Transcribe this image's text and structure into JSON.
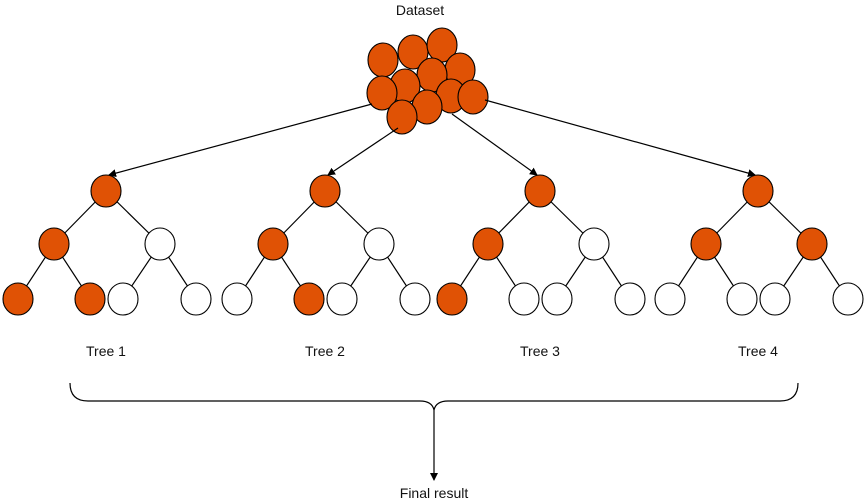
{
  "labels": {
    "dataset": "Dataset",
    "final_result": "Final result"
  },
  "colors": {
    "selected": "#E05205",
    "unselected": "#FFFFFF",
    "stroke": "#000000"
  },
  "trees": [
    {
      "label": "Tree 1",
      "nodes": {
        "root": true,
        "l": true,
        "r": false,
        "ll": true,
        "lr": true,
        "rl": false,
        "rr": false
      }
    },
    {
      "label": "Tree 2",
      "nodes": {
        "root": true,
        "l": true,
        "r": false,
        "ll": false,
        "lr": true,
        "rl": false,
        "rr": false
      }
    },
    {
      "label": "Tree 3",
      "nodes": {
        "root": true,
        "l": true,
        "r": false,
        "ll": true,
        "lr": false,
        "rl": false,
        "rr": false
      }
    },
    {
      "label": "Tree 4",
      "nodes": {
        "root": true,
        "l": true,
        "r": true,
        "ll": false,
        "lr": false,
        "rl": false,
        "rr": false
      }
    }
  ]
}
